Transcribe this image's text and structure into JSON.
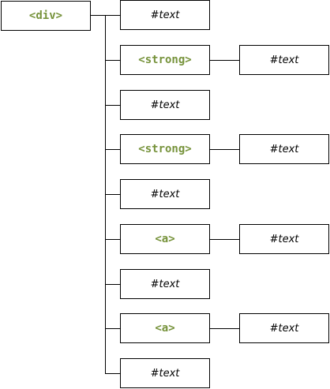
{
  "root": {
    "label": "<div>"
  },
  "children": [
    {
      "label": "#text",
      "kind": "text"
    },
    {
      "label": "<strong>",
      "kind": "tag",
      "child": "#text"
    },
    {
      "label": "#text",
      "kind": "text"
    },
    {
      "label": "<strong>",
      "kind": "tag",
      "child": "#text"
    },
    {
      "label": "#text",
      "kind": "text"
    },
    {
      "label": "<a>",
      "kind": "tag",
      "child": "#text"
    },
    {
      "label": "#text",
      "kind": "text"
    },
    {
      "label": "<a>",
      "kind": "tag",
      "child": "#text"
    },
    {
      "label": "#text",
      "kind": "text"
    }
  ],
  "colors": {
    "tag": "#77933c",
    "border": "#000000",
    "text": "#000000"
  }
}
